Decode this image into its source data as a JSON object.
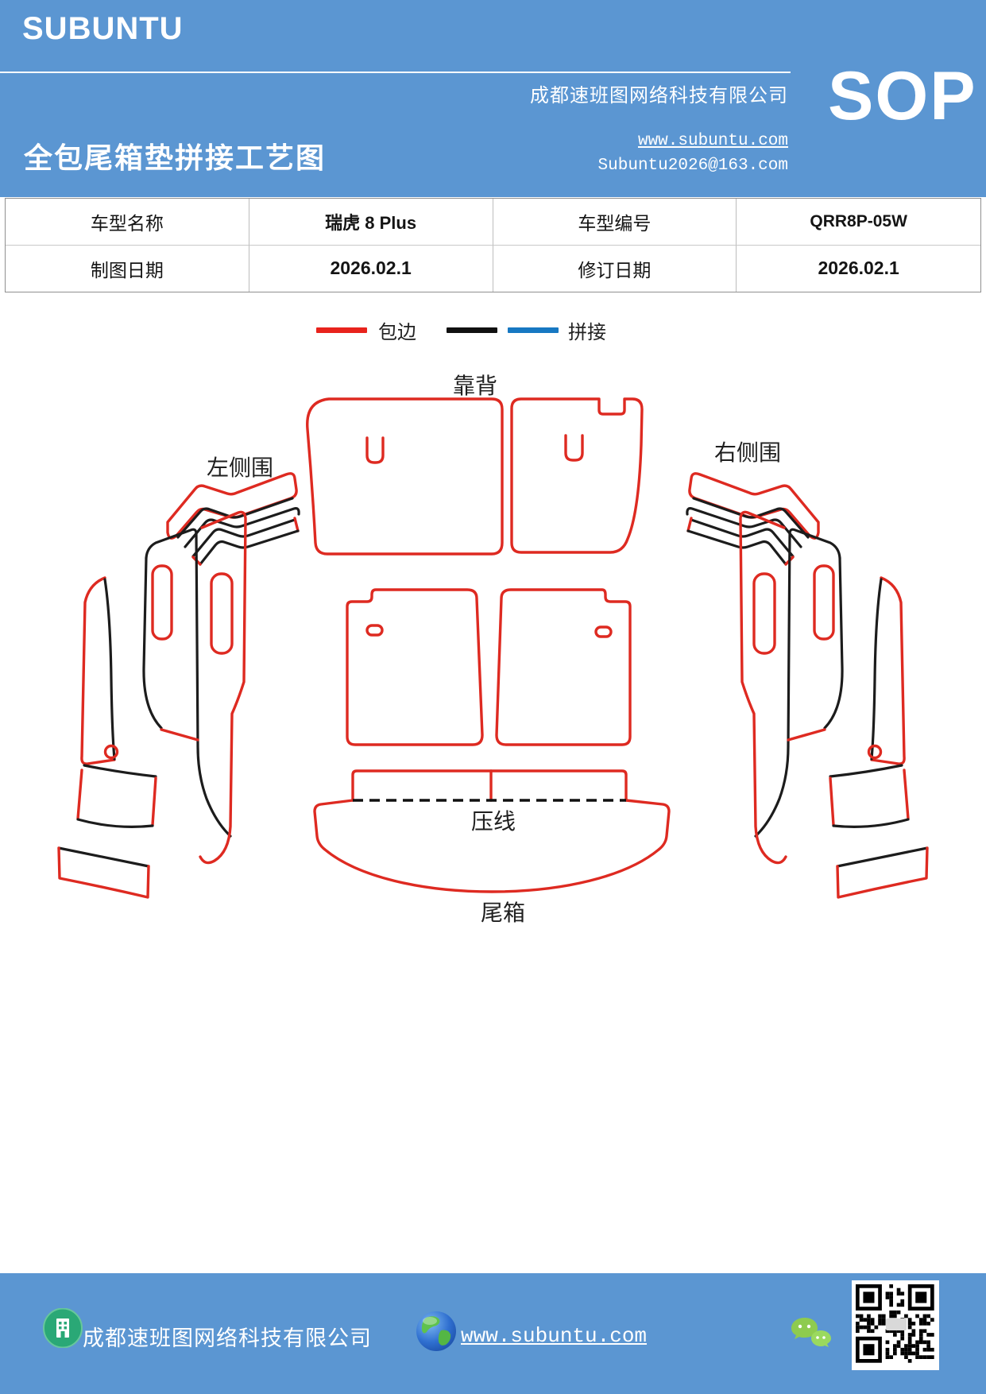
{
  "header": {
    "logo": "SUBUNTU",
    "title": "全包尾箱垫拼接工艺图",
    "company": "成都速班图网络科技有限公司",
    "website": "www.subuntu.com",
    "email": "Subuntu2026@163.com",
    "sop_badge": "SOP",
    "bg_color": "#5b96d2"
  },
  "info_table": {
    "rows": [
      {
        "cells": [
          "车型名称",
          "瑞虎 8 Plus",
          "车型编号",
          "QRR8P-05W"
        ]
      },
      {
        "cells": [
          "制图日期",
          "2026.02.1",
          "修订日期",
          "2026.02.1"
        ]
      }
    ]
  },
  "legend": {
    "binding_label": "包边",
    "splice_label": "拼接",
    "binding_color": "#e8231c",
    "splice_black": "#111111",
    "splice_blue": "#1778c2"
  },
  "diagram": {
    "labels": {
      "backrest": "靠背",
      "left_side": "左侧围",
      "right_side": "右侧围",
      "press_line": "压线",
      "trunk": "尾箱"
    },
    "outline_red": "#de2a21",
    "seam_black": "#1c1c1c"
  },
  "footer": {
    "company": "成都速班图网络科技有限公司",
    "website": "www.subuntu.com"
  }
}
